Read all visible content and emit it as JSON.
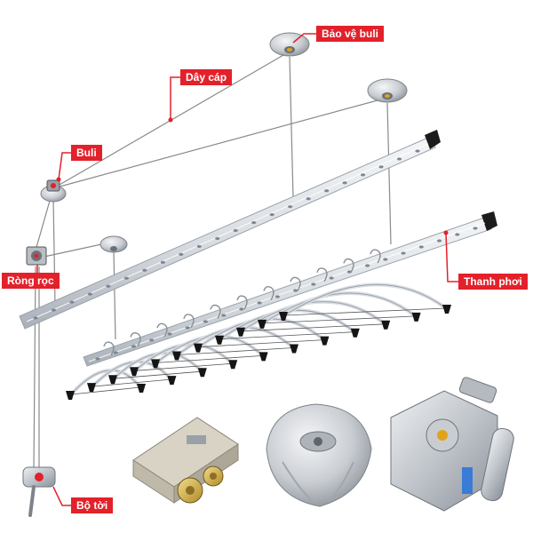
{
  "labels": {
    "bao_ve_buli": "Bảo vệ buli",
    "day_cap": "Dây cáp",
    "buli": "Buli",
    "rong_roc": "Ròng rọc",
    "thanh_phoi": "Thanh phơi",
    "bo_toi": "Bộ tời"
  },
  "colors": {
    "callout": "#e3212b",
    "rail": "#dfe3e8",
    "rail_edge": "#9aa2ab",
    "hanger": "#151515",
    "cable": "#8a8a8a",
    "metal": "#c4c8cd"
  },
  "icons": {
    "ceiling_mount": "pulley-guard-icon",
    "pulley": "pulley-wheel-icon",
    "winch": "hand-winch-icon"
  }
}
